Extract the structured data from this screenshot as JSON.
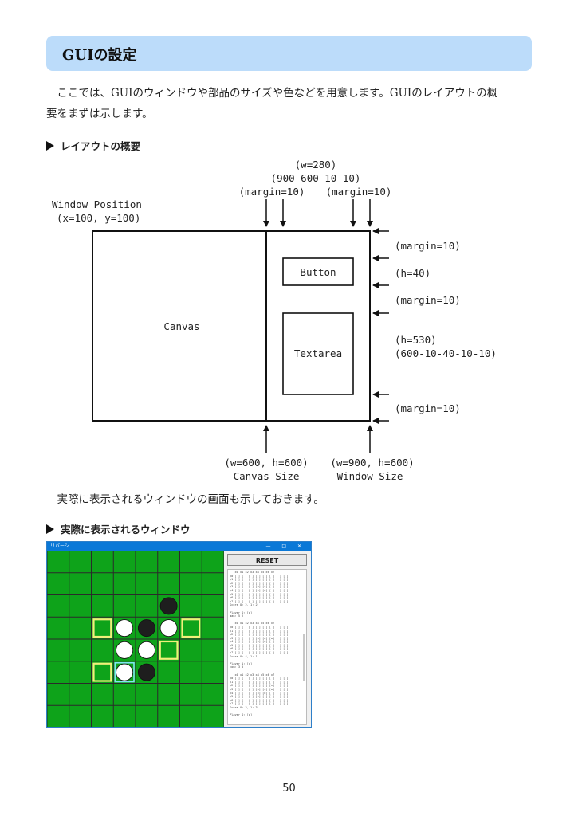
{
  "section_title": "GUIの設定",
  "intro_line1": "ここでは、GUIのウィンドウや部品のサイズや色などを用意します。GUIのレイアウトの概",
  "intro_line2": "要をまずは示します。",
  "subheading_layout": "レイアウトの概要",
  "diagram": {
    "w280": "(w=280)",
    "calc_w": "(900-600-10-10)",
    "margin": "(margin=10)",
    "window_position": "Window Position",
    "window_xy": "(x=100, y=100)",
    "canvas": "Canvas",
    "button": "Button",
    "textarea": "Textarea",
    "h40": "(h=40)",
    "h530": "(h=530)",
    "calc_h": "(600-10-40-10-10)",
    "canvas_wh": "(w=600, h=600)",
    "canvas_size": "Canvas Size",
    "window_wh": "(w=900, h=600)",
    "window_size": "Window Size"
  },
  "actual_text": "実際に表示されるウィンドウの画面も示しておきます。",
  "subheading_window": "実際に表示されるウィンドウ",
  "window": {
    "title": "リバーシ",
    "controls": "— □ ✕",
    "reset_label": "RESET",
    "board_color": "#0ea31a",
    "cells": [
      [
        "",
        "",
        "",
        "",
        "",
        "",
        "",
        ""
      ],
      [
        "",
        "",
        "",
        "",
        "",
        "",
        "",
        ""
      ],
      [
        "",
        "",
        "",
        "",
        "",
        "B",
        "",
        ""
      ],
      [
        "",
        "",
        "H",
        "W",
        "B",
        "W",
        "H",
        ""
      ],
      [
        "",
        "",
        "",
        "W",
        "W",
        "H",
        "",
        ""
      ],
      [
        "",
        "",
        "H",
        "W",
        "B",
        "",
        "",
        ""
      ],
      [
        "",
        "",
        "",
        "",
        "",
        "",
        "",
        ""
      ],
      [
        "",
        "",
        "",
        "",
        "",
        "",
        "",
        ""
      ]
    ],
    "textarea_text": "   x0 x1 x2 x3 x4 x5 x6 x7\ny0 [ ] [ ] [ ] [ ] [ ] [ ] [ ] [ ]\ny1 [ ] [ ] [ ] [ ] [ ] [ ] [ ] [ ]\ny2 [ ] [ ] [ ] [ ] [ ] [ ] [ ] [ ]\ny3 [ ] [ ] [ ] [o] [x] [ ] [ ] [ ]\ny4 [ ] [ ] [ ] [x] [o] [ ] [ ] [ ]\ny5 [ ] [ ] [ ] [ ] [ ] [ ] [ ] [ ]\ny6 [ ] [ ] [ ] [ ] [ ] [ ] [ ] [ ]\ny7 [ ] [ ] [ ] [ ] [ ] [ ] [ ] [ ]\nScore O: 2, 1: 2\n\nPlayer O: [o]\nman: 5 2\n\n   x0 x1 x2 x3 x4 x5 x6 x7\ny0 [ ] [ ] [ ] [ ] [ ] [ ] [ ] [ ]\ny1 [ ] [ ] [ ] [ ] [ ] [ ] [ ] [ ]\ny2 [ ] [ ] [ ] [ ] [ ] [ ] [ ] [ ]\ny3 [ ] [ ] [ ] [o] [o] [o] [ ] [ ]\ny4 [ ] [ ] [ ] [x] [o] [ ] [ ] [ ]\ny5 [ ] [ ] [ ] [ ] [ ] [ ] [ ] [ ]\ny6 [ ] [ ] [ ] [ ] [ ] [ ] [ ] [ ]\ny7 [ ] [ ] [ ] [ ] [ ] [ ] [ ] [ ]\nScore O: 4, 1: 1\n\nPlayer 1: [x]\ncom: 3 5\n\n   x0 x1 x2 x3 x4 x5 x6 x7\ny0 [ ] [ ] [ ] [ ] [ ] [ ] [ ] [ ]\ny1 [ ] [ ] [ ] [ ] [ ] [ ] [ ] [ ]\ny2 [ ] [ ] [ ] [ ] [ ] [x] [ ] [ ]\ny3 [ ] [ ] [ ] [o] [x] [o] [ ] [ ]\ny4 [ ] [ ] [ ] [x] [o] [ ] [ ] [ ]\ny5 [ ] [ ] [ ] [x] [ ] [ ] [ ] [ ]\ny6 [ ] [ ] [ ] [ ] [ ] [ ] [ ] [ ]\ny7 [ ] [ ] [ ] [ ] [ ] [ ] [ ] [ ]\nScore O: 3, 1: 3\n\nPlayer O: [o]"
  },
  "page_number": "50"
}
